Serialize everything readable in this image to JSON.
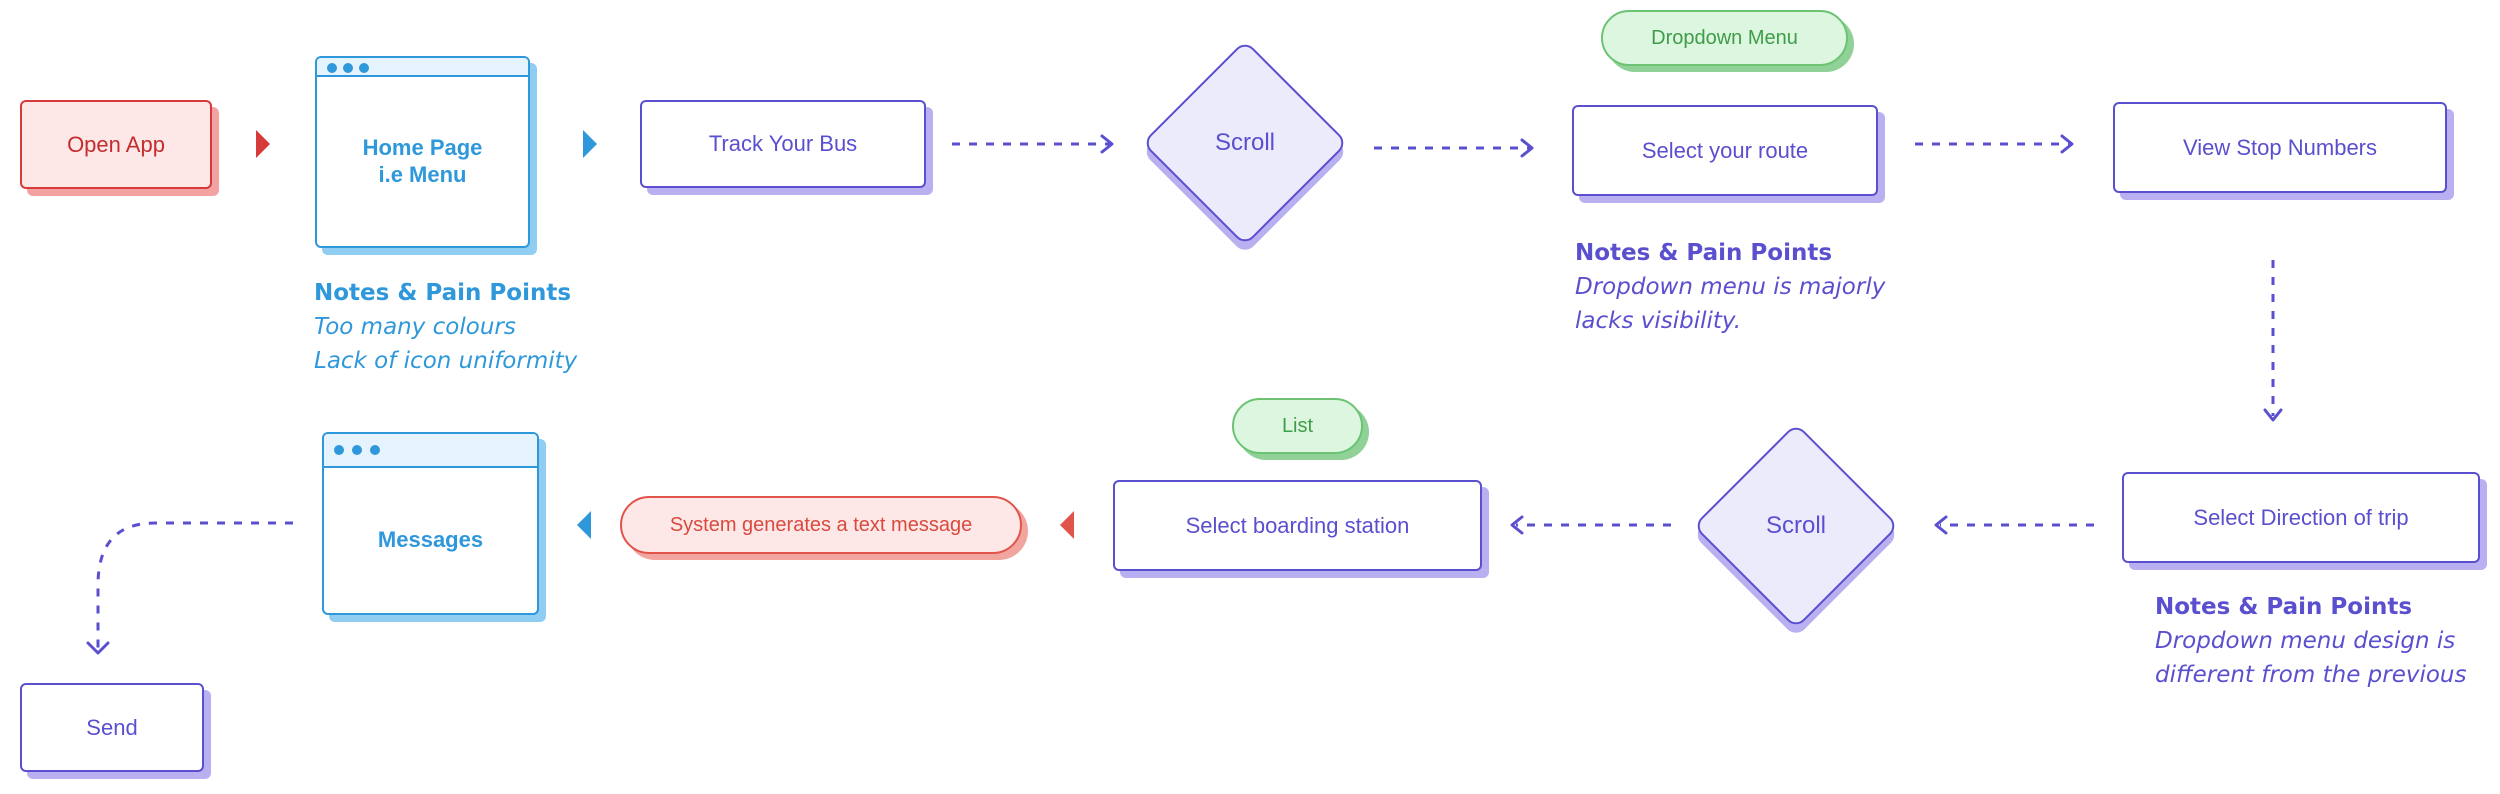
{
  "nodes": {
    "open_app": "Open App",
    "home_page": {
      "line1": "Home Page",
      "line2": "i.e Menu"
    },
    "track_bus": "Track Your Bus",
    "scroll_top": "Scroll",
    "dropdown_menu": "Dropdown Menu",
    "select_route": "Select your route",
    "view_stop_numbers": "View Stop Numbers",
    "select_direction": "Select Direction of trip",
    "scroll_bottom": "Scroll",
    "list": "List",
    "select_boarding": "Select boarding station",
    "system_generates": "System generates a text message",
    "messages": "Messages",
    "send": "Send"
  },
  "notes": {
    "home": {
      "heading": "Notes & Pain Points",
      "lines": [
        "Too many colours",
        "Lack of icon uniformity"
      ]
    },
    "route": {
      "heading": "Notes & Pain Points",
      "lines": [
        "Dropdown menu is majorly",
        "lacks visibility."
      ]
    },
    "direction": {
      "heading": "Notes & Pain Points",
      "lines": [
        "Dropdown menu design is",
        "different from the previous"
      ]
    }
  },
  "colors": {
    "accent": "#5a4fcf",
    "blue": "#2f98db",
    "red": "#d63a3a",
    "green": "#6cc374"
  }
}
